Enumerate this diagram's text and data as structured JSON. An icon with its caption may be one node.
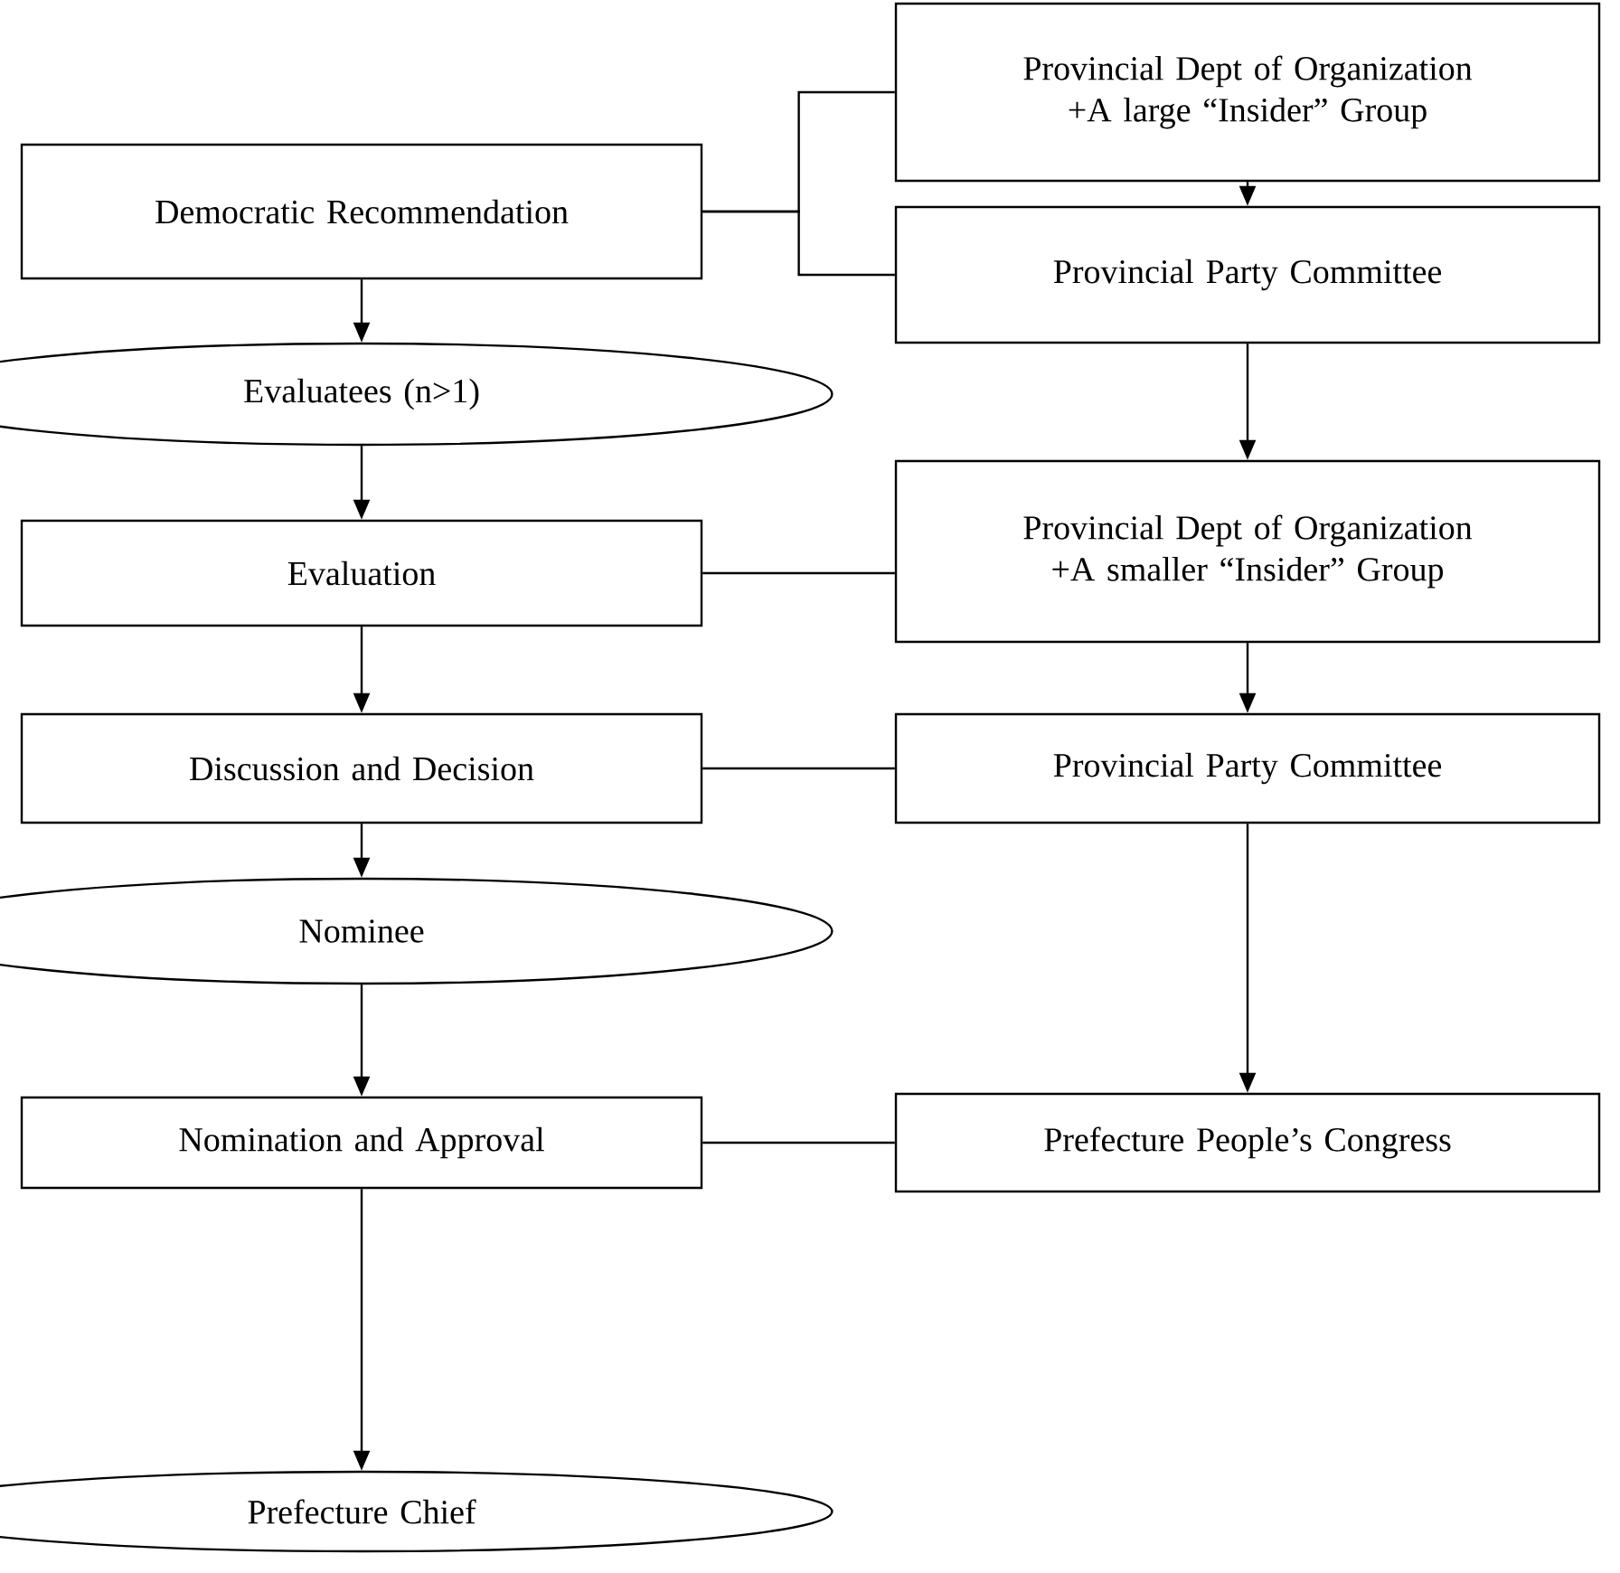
{
  "diagram": {
    "nodes": [
      {
        "text": [
          "Provincial Dept of Organization +A large “Insider” Group"
        ]
      },
      {
        "text": [
          "Democratic Recommendation"
        ]
      },
      {
        "text": [
          "Provincial Party Committee"
        ]
      },
      {
        "text": [
          "Evaluatees (n>1)"
        ]
      },
      {
        "text": [
          "Provincial Dept of Organization +A smaller “Insider” Group"
        ]
      },
      {
        "text": [
          "Evaluation"
        ]
      },
      {
        "text": [
          "Discussion and Decision"
        ]
      },
      {
        "text": [
          "Provincial Party Committee"
        ]
      },
      {
        "text": [
          "Nominee"
        ]
      },
      {
        "text": [
          "Nomination and Approval"
        ]
      },
      {
        "text": [
          "Prefecture People’s Congress"
        ]
      },
      {
        "text": [
          "Prefecture Chief"
        ]
      }
    ],
    "edges": [
      {
        "from": 1,
        "to": 0,
        "arrow": "none"
      },
      {
        "from": 1,
        "to": 2,
        "arrow": "none"
      },
      {
        "from": 0,
        "to": 2,
        "arrow": "to"
      },
      {
        "from": 1,
        "to": 3,
        "arrow": "to"
      },
      {
        "from": 3,
        "to": 5,
        "arrow": "to"
      },
      {
        "from": 2,
        "to": 4,
        "arrow": "to"
      },
      {
        "from": 5,
        "to": 4,
        "arrow": "none"
      },
      {
        "from": 5,
        "to": 6,
        "arrow": "to"
      },
      {
        "from": 4,
        "to": 7,
        "arrow": "to"
      },
      {
        "from": 6,
        "to": 7,
        "arrow": "none"
      },
      {
        "from": 6,
        "to": 8,
        "arrow": "to"
      },
      {
        "from": 7,
        "to": 10,
        "arrow": "to"
      },
      {
        "from": 8,
        "to": 9,
        "arrow": "to"
      },
      {
        "from": 9,
        "to": 10,
        "arrow": "none"
      },
      {
        "from": 9,
        "to": 11,
        "arrow": "to"
      }
    ]
  }
}
